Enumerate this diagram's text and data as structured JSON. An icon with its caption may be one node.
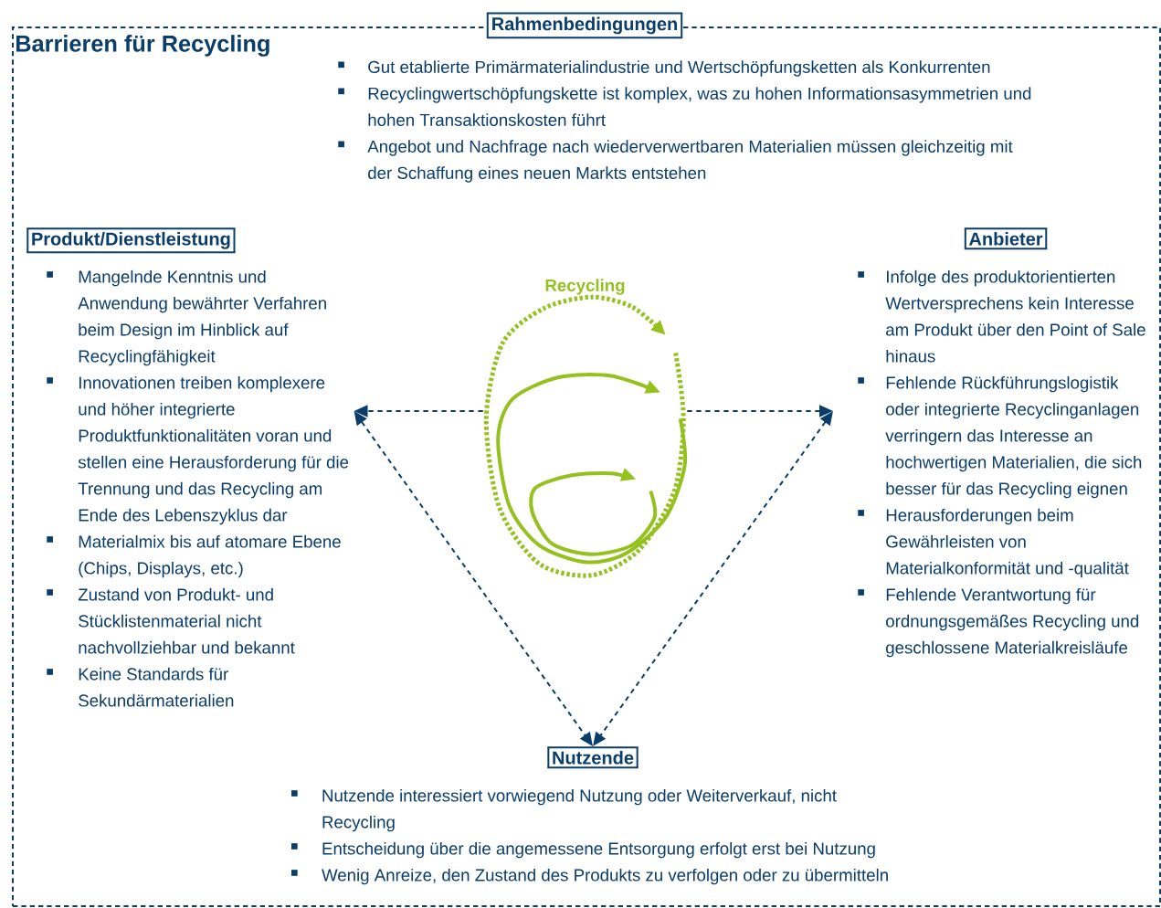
{
  "diagram": {
    "title": "Barrieren für Recycling",
    "nodes": [
      {
        "text": [
          "Rahmenbedingungen",
          "Gut etablierte Primärmaterialindustrie und Wertschöpfungsketten als Konkurrenten",
          "Recyclingwertschöpfungskette ist komplex, was zu hohen Informationsasymmetrien und hohen Transaktionskosten führt",
          "Angebot und Nachfrage nach wiederverwertbaren Materialien müssen gleichzeitig mit der Schaffung eines neuen Markts entstehen"
        ]
      },
      {
        "text": [
          "Produkt/Dienstleistung",
          "Mangelnde Kenntnis und Anwendung bewährter Verfahren beim Design im Hinblick auf Recyclingfähigkeit",
          "Innovationen treiben komplexere und höher integrierte Produktfunktionalitäten voran und stellen eine Herausforderung für die Trennung und das Recycling am Ende des Lebenszyklus dar",
          "Materialmix bis auf atomare Ebene (Chips, Displays, etc.)",
          "Zustand von Produkt- und Stücklistenmaterial nicht nachvollziehbar und bekannt",
          "Keine Standards für Sekundärmaterialien"
        ],
        "in": 0
      },
      {
        "text": [
          "Anbieter",
          "Infolge des produktorientierten Wertversprechens kein Interesse am Produkt über den Point of Sale hinaus",
          "Fehlende Rückführungslogistik oder integrierte Recyclinganlagen verringern das Interesse an hochwertigen Materialien, die sich besser für das Recycling eignen",
          "Herausforderungen beim Gewährleisten von Materialkonformität und -qualität",
          "Fehlende Verantwortung für ordnungsgemäßes Recycling und geschlossene Materialkreisläufe"
        ],
        "in": 0
      },
      {
        "text": [
          "Nutzende",
          "Nutzende interessiert vorwiegend Nutzung oder Weiterverkauf, nicht Recycling",
          "Entscheidung über die angemessene Entsorgung erfolgt erst bei Nutzung",
          "Wenig Anreize, den Zustand des Produkts zu verfolgen oder zu übermitteln"
        ],
        "in": 0
      },
      {
        "text": [],
        "shape": "picture",
        "beside": [
          "Recycling"
        ],
        "in": 0
      }
    ],
    "edges": [
      {
        "from": 4,
        "to": 1,
        "arrow": "to"
      },
      {
        "from": 4,
        "to": 2,
        "arrow": "to"
      },
      {
        "from": 1,
        "to": 3,
        "arrow": "both"
      },
      {
        "from": 2,
        "to": 3,
        "arrow": "both"
      }
    ]
  }
}
